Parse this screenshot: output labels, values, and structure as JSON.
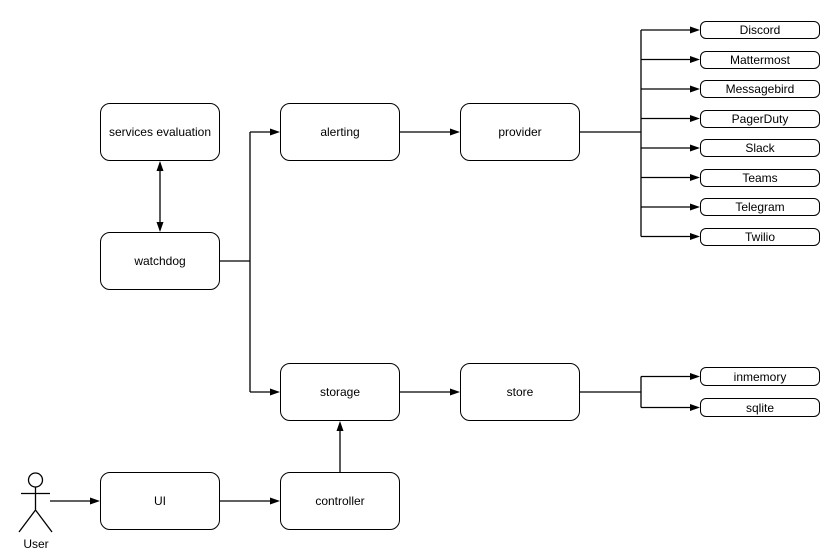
{
  "diagram": {
    "type": "architecture-flowchart",
    "colors": {
      "stroke": "#000000",
      "node_fill": "#ffffff",
      "canvas": "#ffffff"
    },
    "nodes": {
      "services_evaluation": {
        "label": "services evaluation"
      },
      "watchdog": {
        "label": "watchdog"
      },
      "alerting": {
        "label": "alerting"
      },
      "provider": {
        "label": "provider"
      },
      "storage": {
        "label": "storage"
      },
      "store": {
        "label": "store"
      },
      "ui": {
        "label": "UI"
      },
      "controller": {
        "label": "controller"
      }
    },
    "actor": {
      "label": "User"
    },
    "providers": [
      "Discord",
      "Mattermost",
      "Messagebird",
      "PagerDuty",
      "Slack",
      "Teams",
      "Telegram",
      "Twilio"
    ],
    "stores": [
      "inmemory",
      "sqlite"
    ],
    "edges": [
      {
        "from": "services evaluation",
        "to": "watchdog",
        "direction": "bidirectional"
      },
      {
        "from": "watchdog",
        "to": "alerting",
        "direction": "forward"
      },
      {
        "from": "watchdog",
        "to": "storage",
        "direction": "forward"
      },
      {
        "from": "alerting",
        "to": "provider",
        "direction": "forward"
      },
      {
        "from": "provider",
        "to": "Discord",
        "direction": "forward"
      },
      {
        "from": "provider",
        "to": "Mattermost",
        "direction": "forward"
      },
      {
        "from": "provider",
        "to": "Messagebird",
        "direction": "forward"
      },
      {
        "from": "provider",
        "to": "PagerDuty",
        "direction": "forward"
      },
      {
        "from": "provider",
        "to": "Slack",
        "direction": "forward"
      },
      {
        "from": "provider",
        "to": "Teams",
        "direction": "forward"
      },
      {
        "from": "provider",
        "to": "Telegram",
        "direction": "forward"
      },
      {
        "from": "provider",
        "to": "Twilio",
        "direction": "forward"
      },
      {
        "from": "storage",
        "to": "store",
        "direction": "forward"
      },
      {
        "from": "store",
        "to": "inmemory",
        "direction": "forward"
      },
      {
        "from": "store",
        "to": "sqlite",
        "direction": "forward"
      },
      {
        "from": "controller",
        "to": "storage",
        "direction": "forward"
      },
      {
        "from": "UI",
        "to": "controller",
        "direction": "forward"
      },
      {
        "from": "User",
        "to": "UI",
        "direction": "forward"
      }
    ]
  }
}
